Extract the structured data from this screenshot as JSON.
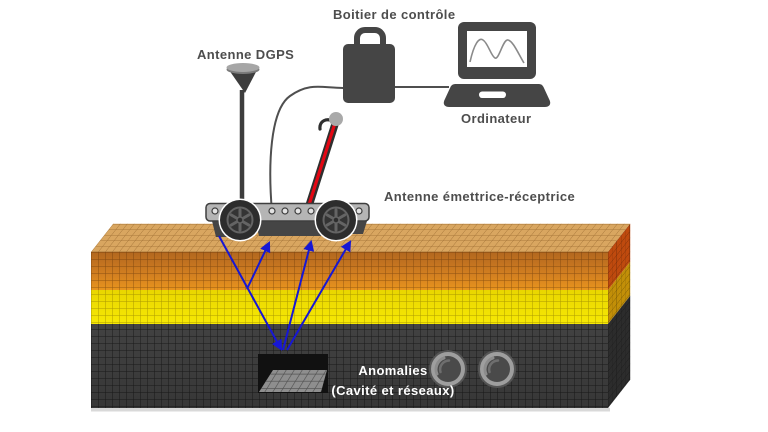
{
  "labels": {
    "antenne_dgps": "Antenne DGPS",
    "boitier_de_controle": "Boitier de contrôle",
    "ordinateur": "Ordinateur",
    "antenne_emettrice_receptrice": "Antenne émettrice-réceptrice",
    "anomalies_title": "Anomalies",
    "anomalies_subtitle": "(Cavité et réseaux)"
  },
  "colors": {
    "label_text": "#4d4d4d",
    "anomalies_text": "#ffffff",
    "device_gray": "#454545",
    "signal_arrow_blue": "#1717d4",
    "handle_red": "#e30613",
    "soil_top_face": "#d9a660",
    "soil_layer_orange": "#d07d20",
    "soil_layer_yellow": "#f2e000",
    "soil_layer_dark": "#3d3d3d",
    "soil_side_red": "#bf4a0e",
    "soil_side_amber": "#c28f08",
    "soil_side_dark": "#2c2c2c"
  },
  "icons": {
    "dgps_antenna": "antenna-mast-icon",
    "control_box": "control-box-icon",
    "computer": "laptop-icon",
    "screen_wave": "waveform-icon",
    "gpr_cart": "gpr-cart-icon",
    "signal_rays": "blue-arrow-icon",
    "pipes": "pipe-section-icon",
    "cavity": "cavity-icon"
  }
}
